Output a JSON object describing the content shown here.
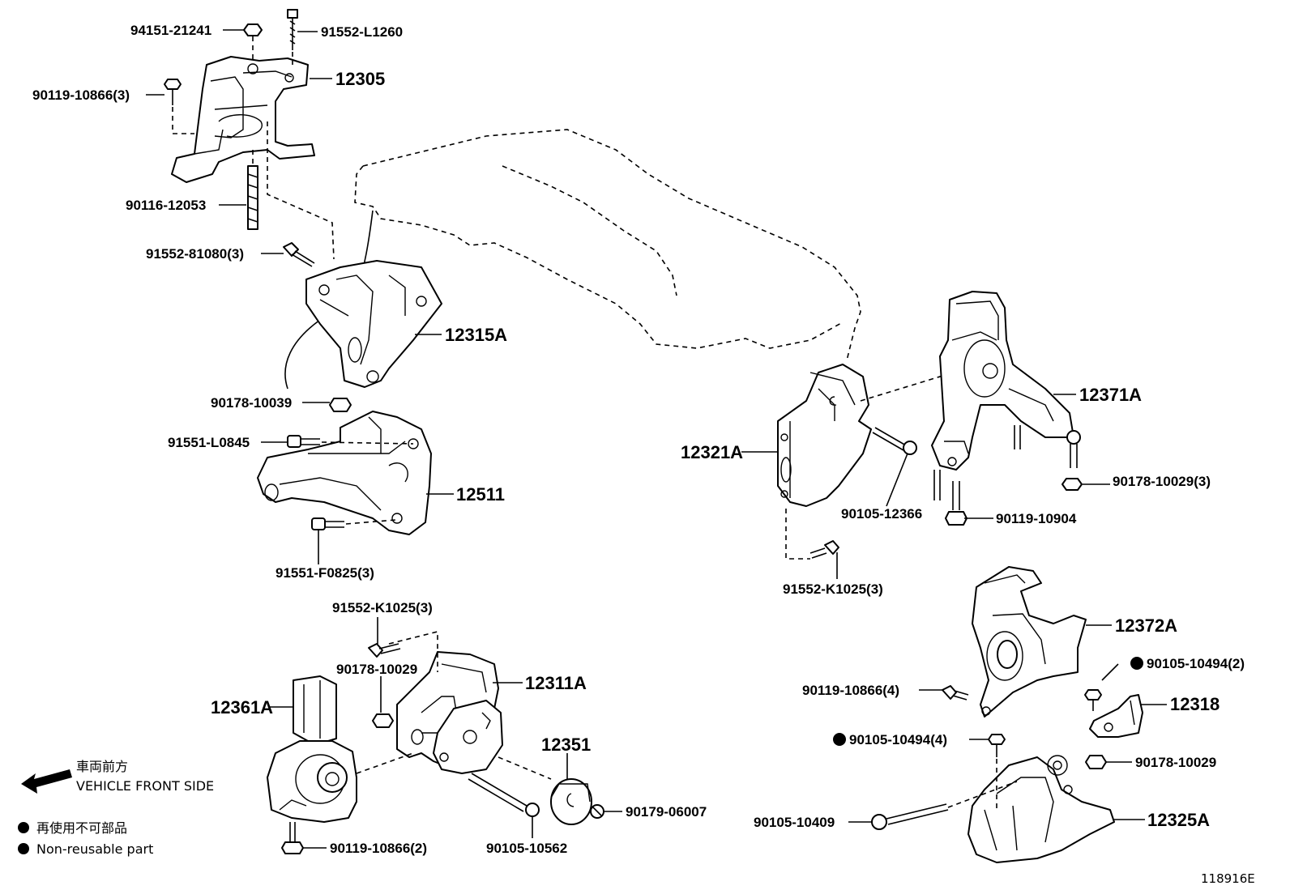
{
  "diagram_id": "118916E",
  "legend": {
    "direction_jp": "車両前方",
    "direction_en": "VEHICLE FRONT SIDE",
    "nonreusable_jp": "再使用不可部品",
    "nonreusable_en": "Non-reusable part"
  },
  "labels": {
    "p94151": "94151-21241",
    "p91552_l1260": "91552-L1260",
    "p12305": "12305",
    "p90119_3": "90119-10866(3)",
    "p90116": "90116-12053",
    "p91552_81080": "91552-81080(3)",
    "p12315a": "12315A",
    "p90178_10039": "90178-10039",
    "p91551_l0845": "91551-L0845",
    "p12511": "12511",
    "p91551_f0825": "91551-F0825(3)",
    "p91552_k1025_a": "91552-K1025(3)",
    "p90178_10029_a": "90178-10029",
    "p12311a": "12311A",
    "p12361a": "12361A",
    "p12351": "12351",
    "p90179": "90179-06007",
    "p90119_2": "90119-10866(2)",
    "p90105_10562": "90105-10562",
    "p12321a": "12321A",
    "p90105_12366": "90105-12366",
    "p91552_k1025_b": "91552-K1025(3)",
    "p12371a": "12371A",
    "p90178_10029_3": "90178-10029(3)",
    "p90119_10904": "90119-10904",
    "p12372a": "12372A",
    "p90105_10494_2": "90105-10494(2)",
    "p90119_4": "90119-10866(4)",
    "p12318": "12318",
    "p90105_10494_4": "90105-10494(4)",
    "p90178_10029_b": "90178-10029",
    "p90105_10409": "90105-10409",
    "p12325a": "12325A"
  }
}
